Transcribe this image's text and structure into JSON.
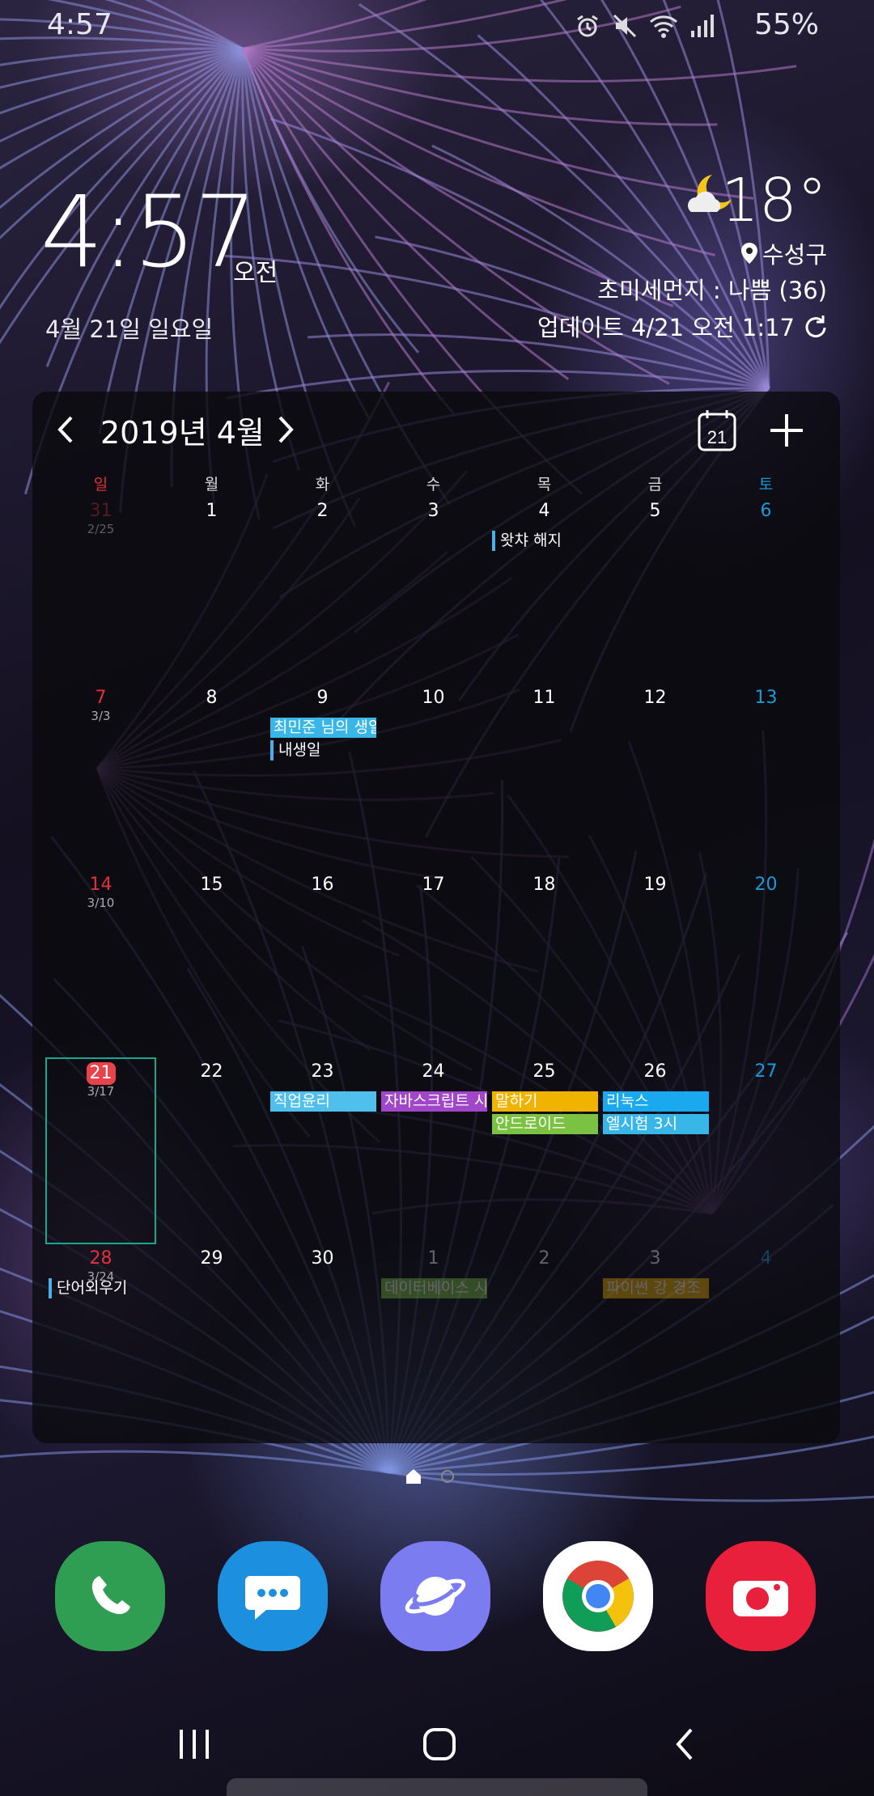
{
  "status_bar": {
    "time": "4:57",
    "battery": "55%",
    "icons": [
      "alarm-icon",
      "mute-icon",
      "wifi-icon",
      "signal-icon"
    ]
  },
  "clock": {
    "time": "4:57",
    "ampm": "오전",
    "date": "4월 21일 일요일"
  },
  "weather": {
    "icon": "moon-cloud-icon",
    "temp": "18°",
    "location": "수성구",
    "dust": "초미세먼지 : 나쁨 (36)",
    "update": "업데이트 4/21 오전 1:17"
  },
  "calendar": {
    "month_title": "2019년 4월",
    "today_icon_label": "21",
    "weekdays": [
      "일",
      "월",
      "화",
      "수",
      "목",
      "금",
      "토"
    ],
    "weeks": [
      {
        "days": [
          {
            "num": "31",
            "lunar": "2/25",
            "other": true
          },
          {
            "num": "1"
          },
          {
            "num": "2"
          },
          {
            "num": "3"
          },
          {
            "num": "4"
          },
          {
            "num": "5"
          },
          {
            "num": "6"
          }
        ]
      },
      {
        "days": [
          {
            "num": "7",
            "lunar": "3/3"
          },
          {
            "num": "8"
          },
          {
            "num": "9"
          },
          {
            "num": "10"
          },
          {
            "num": "11"
          },
          {
            "num": "12"
          },
          {
            "num": "13"
          }
        ]
      },
      {
        "days": [
          {
            "num": "14",
            "lunar": "3/10"
          },
          {
            "num": "15"
          },
          {
            "num": "16"
          },
          {
            "num": "17"
          },
          {
            "num": "18"
          },
          {
            "num": "19"
          },
          {
            "num": "20"
          }
        ]
      },
      {
        "days": [
          {
            "num": "21",
            "lunar": "3/17",
            "today": true
          },
          {
            "num": "22"
          },
          {
            "num": "23"
          },
          {
            "num": "24"
          },
          {
            "num": "25"
          },
          {
            "num": "26"
          },
          {
            "num": "27"
          }
        ]
      },
      {
        "days": [
          {
            "num": "28",
            "lunar": "3/24"
          },
          {
            "num": "29"
          },
          {
            "num": "30"
          },
          {
            "num": "1",
            "other": true
          },
          {
            "num": "2",
            "other": true
          },
          {
            "num": "3",
            "other": true
          },
          {
            "num": "4",
            "other": true
          }
        ]
      }
    ],
    "events": [
      {
        "label": "왓챠 해지",
        "week": 0,
        "day": 4,
        "row": 0,
        "style": "marker"
      },
      {
        "label": "최민준 님의 생일",
        "week": 1,
        "day": 2,
        "row": 0,
        "color": "#38b6e8"
      },
      {
        "label": "내생일",
        "week": 1,
        "day": 2,
        "row": 1,
        "style": "marker"
      },
      {
        "label": "직업윤리",
        "week": 3,
        "day": 2,
        "row": 0,
        "color": "#4fc0ec"
      },
      {
        "label": "자바스크립트 시",
        "week": 3,
        "day": 3,
        "row": 0,
        "color": "#a046c8"
      },
      {
        "label": "말하기",
        "week": 3,
        "day": 4,
        "row": 0,
        "color": "#f0b400"
      },
      {
        "label": "리눅스",
        "week": 3,
        "day": 5,
        "row": 0,
        "color": "#1aa8ee"
      },
      {
        "label": "안드로이드",
        "week": 3,
        "day": 4,
        "row": 1,
        "color": "#7cc242"
      },
      {
        "label": "엘시험 3시",
        "week": 3,
        "day": 5,
        "row": 1,
        "color": "#38b6e8"
      },
      {
        "label": "단어외우기",
        "week": 4,
        "day": 0,
        "row": 0,
        "style": "marker"
      },
      {
        "label": "데이터베이스 시",
        "week": 4,
        "day": 3,
        "row": 0,
        "color": "#7cc242",
        "dim": true
      },
      {
        "label": "파이썬 강 경조",
        "week": 4,
        "day": 5,
        "row": 0,
        "color": "#f0b400",
        "dim": true
      }
    ]
  },
  "dock": {
    "apps": [
      {
        "name": "phone-app-icon",
        "color": "#2f9e52"
      },
      {
        "name": "messages-app-icon",
        "color": "#1c8fde"
      },
      {
        "name": "internet-app-icon",
        "color": "#7b7cf0"
      },
      {
        "name": "chrome-app-icon",
        "color": "#ffffff"
      },
      {
        "name": "camera-app-icon",
        "color": "#e8203c"
      }
    ]
  },
  "navigation": {
    "buttons": [
      "recents-button",
      "home-button",
      "back-button"
    ]
  }
}
